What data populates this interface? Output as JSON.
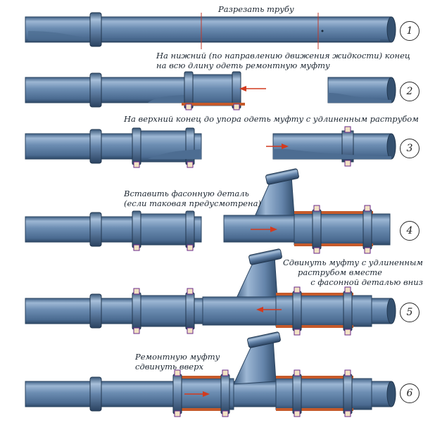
{
  "steps": [
    {
      "number": "1",
      "caption_lines": [
        "Разрезать трубу"
      ]
    },
    {
      "number": "2",
      "caption_lines": [
        "На нижний (по направлению движения жидкости) конец",
        "на всю длину одеть ремонтную муфту"
      ]
    },
    {
      "number": "3",
      "caption_lines": [
        "На верхний конец до упора одеть  муфту с удлиненным раструбом"
      ]
    },
    {
      "number": "4",
      "caption_lines": [
        "Вставить фасонную деталь",
        "(если таковая предусмотрена)"
      ]
    },
    {
      "number": "5",
      "caption_lines": [
        "Сдвинуть муфту с удлиненным",
        "раструбом вместе",
        "с фасонной деталью вниз"
      ]
    },
    {
      "number": "6",
      "caption_lines": [
        "Ремонтную муфту",
        "сдвинуть вверх"
      ]
    }
  ],
  "colors": {
    "pipe": "#5d7fa5",
    "pipe_highlight": "#9db7d4",
    "pipe_dark": "#34506f",
    "sleeve": "#c65a2a",
    "arrow": "#d23a1e",
    "cut_line": "#c0392b",
    "bolt_outline": "#6a2a8a"
  }
}
